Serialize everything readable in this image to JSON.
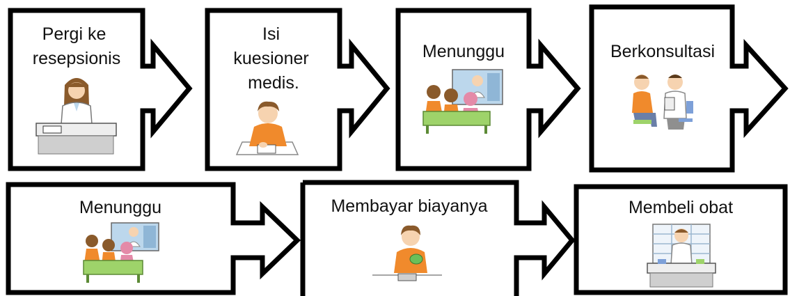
{
  "steps": [
    {
      "label_lines": [
        "Pergi ke",
        "resepsionis"
      ],
      "scene": "receptionist-icon"
    },
    {
      "label_lines": [
        "Isi",
        "kuesioner",
        "medis."
      ],
      "scene": "writing-person-icon"
    },
    {
      "label_lines": [
        "Menunggu"
      ],
      "scene": "waiting-room-icon"
    },
    {
      "label_lines": [
        "Berkonsultasi"
      ],
      "scene": "doctor-consultation-icon"
    },
    {
      "label_lines": [
        "Menunggu"
      ],
      "scene": "waiting-room-icon"
    },
    {
      "label_lines": [
        "Membayar biayanya"
      ],
      "scene": "payment-icon"
    },
    {
      "label_lines": [
        "Membeli obat"
      ],
      "scene": "pharmacy-icon"
    }
  ],
  "colors": {
    "outline": "#000000",
    "skin": "#f6d3b0",
    "hair": "#8a5a2b",
    "shirt_orange": "#f08a2c",
    "coat_white": "#ffffff",
    "bench_green": "#9ed36a",
    "desk_gray": "#d9d9d9",
    "window_blue": "#bcd7ec",
    "pink": "#e48aa8"
  }
}
